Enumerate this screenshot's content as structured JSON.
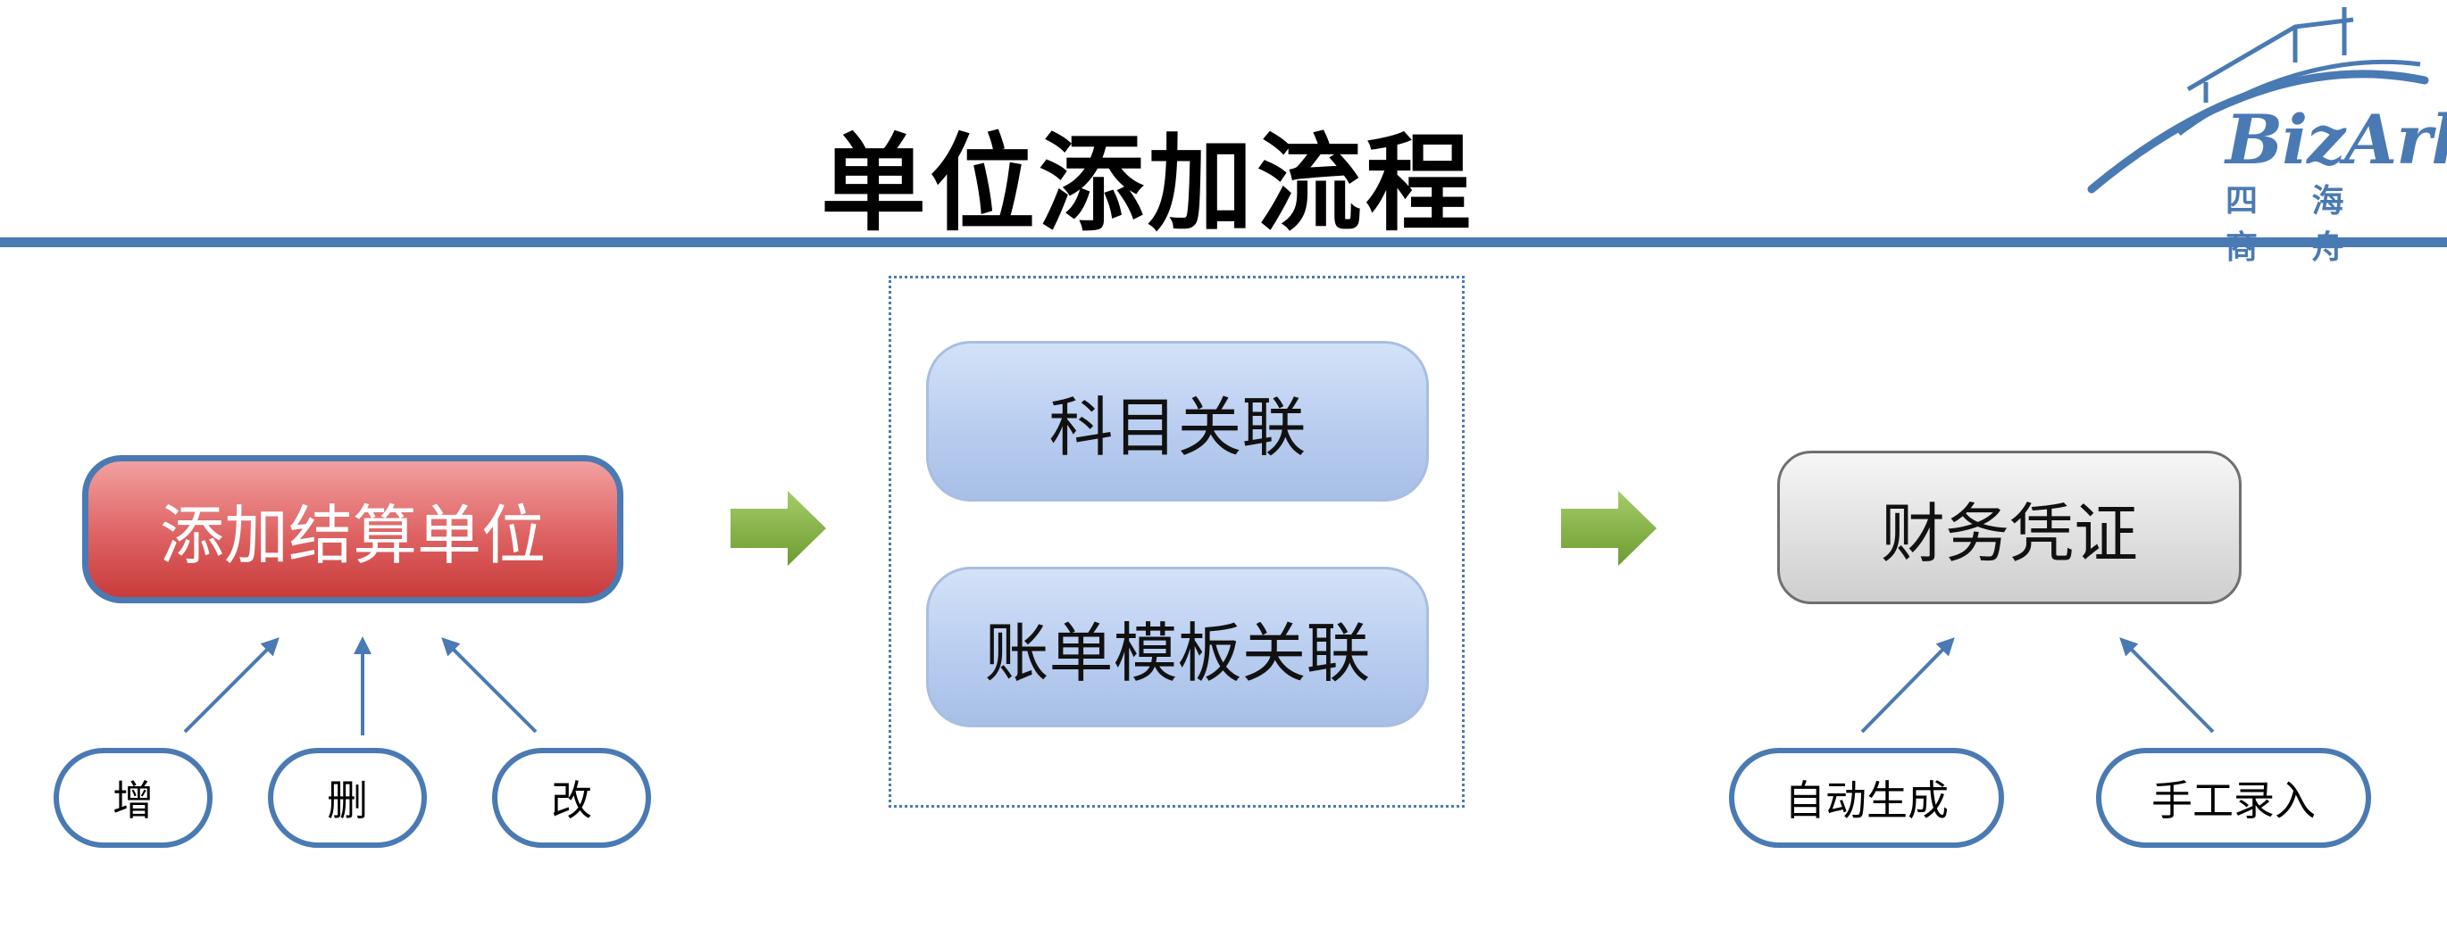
{
  "title": "单位添加流程",
  "logo": {
    "name": "BizArk",
    "subtitle": "四 海 商 舟"
  },
  "diagram": {
    "main_node": "添加结算单位",
    "actions": [
      "增",
      "删",
      "改"
    ],
    "middle_nodes": [
      "科目关联",
      "账单模板关联"
    ],
    "result_node": "财务凭证",
    "result_sources": [
      "自动生成",
      "手工录入"
    ]
  },
  "colors": {
    "accent": "#4a7ab3",
    "main_node_fill": "#de6262",
    "middle_node_fill": "#b8cdf0",
    "result_node_fill": "#dedede",
    "arrow_green": "#79ab38"
  }
}
